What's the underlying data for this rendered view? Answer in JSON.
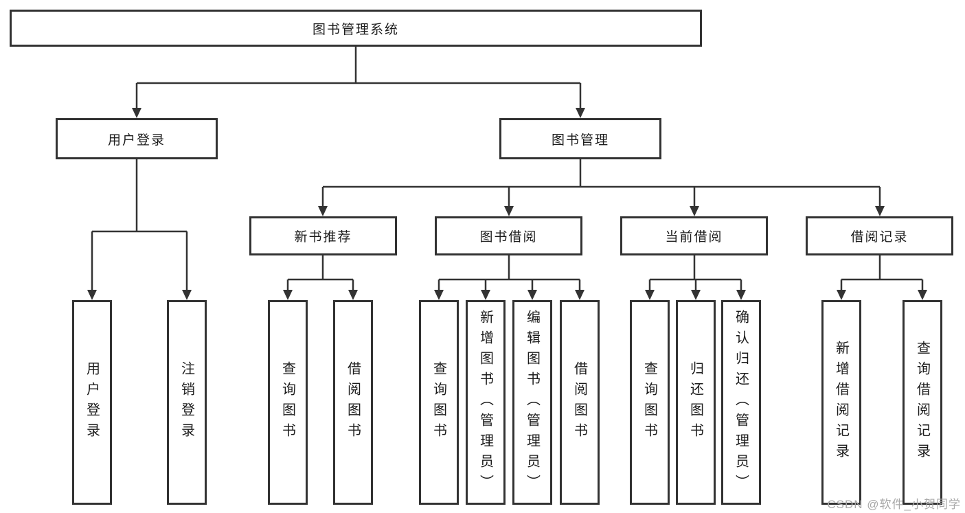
{
  "tree": {
    "label": "图书管理系统",
    "children": [
      {
        "label": "用户登录",
        "children": [
          {
            "label": "用户登录"
          },
          {
            "label": "注销登录"
          }
        ]
      },
      {
        "label": "图书管理",
        "children": [
          {
            "label": "新书推荐",
            "children": [
              {
                "label": "查询图书"
              },
              {
                "label": "借阅图书"
              }
            ]
          },
          {
            "label": "图书借阅",
            "children": [
              {
                "label": "查询图书"
              },
              {
                "label": "新增图书（管理员）"
              },
              {
                "label": "编辑图书（管理员）"
              },
              {
                "label": "借阅图书"
              }
            ]
          },
          {
            "label": "当前借阅",
            "children": [
              {
                "label": "查询图书"
              },
              {
                "label": "归还图书"
              },
              {
                "label": "确认归还（管理员）"
              }
            ]
          },
          {
            "label": "借阅记录",
            "children": [
              {
                "label": "新增借阅记录"
              },
              {
                "label": "查询借阅记录"
              }
            ]
          }
        ]
      }
    ]
  },
  "watermark": {
    "text": "CSDN @软件_小贺同学"
  },
  "colors": {
    "line": "#333333",
    "border": "#323232",
    "text": "#1c1c1c",
    "watermark": "#a8a8a8",
    "background": "#ffffff"
  }
}
